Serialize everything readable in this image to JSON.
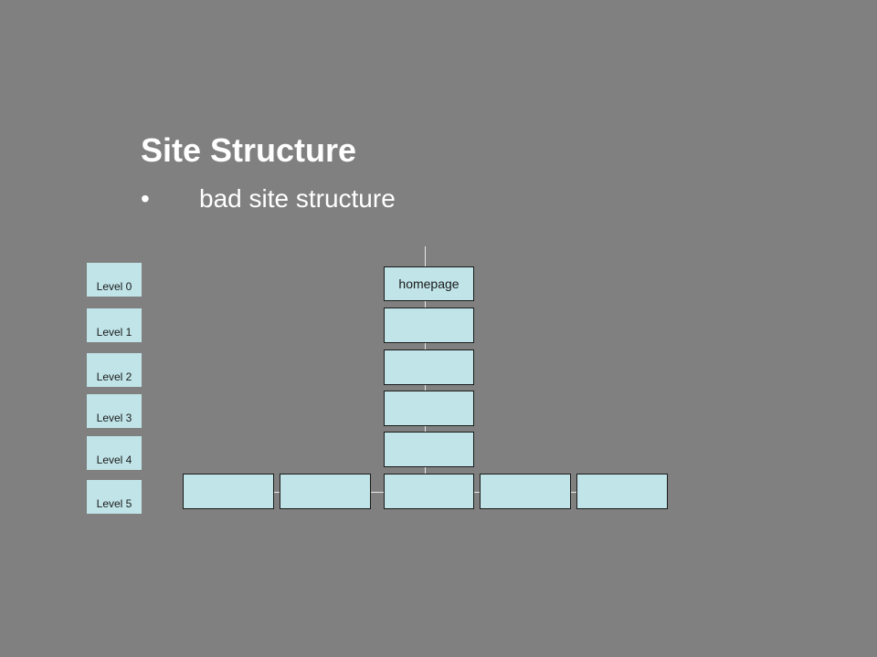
{
  "slide": {
    "title": "Site Structure",
    "bullet_marker": "•",
    "bullet_text": "bad site structure"
  },
  "levels": [
    "Level 0",
    "Level 1",
    "Level 2",
    "Level 3",
    "Level 4",
    "Level 5"
  ],
  "diagram": {
    "root_label": "homepage",
    "chain_depth": 4,
    "bottom_row_count": 5,
    "colors": {
      "background": "#808080",
      "box_fill": "#c0e4e8",
      "box_border": "#1a1a1a",
      "connector": "#e8e8e8",
      "text_light": "#ffffff"
    }
  }
}
